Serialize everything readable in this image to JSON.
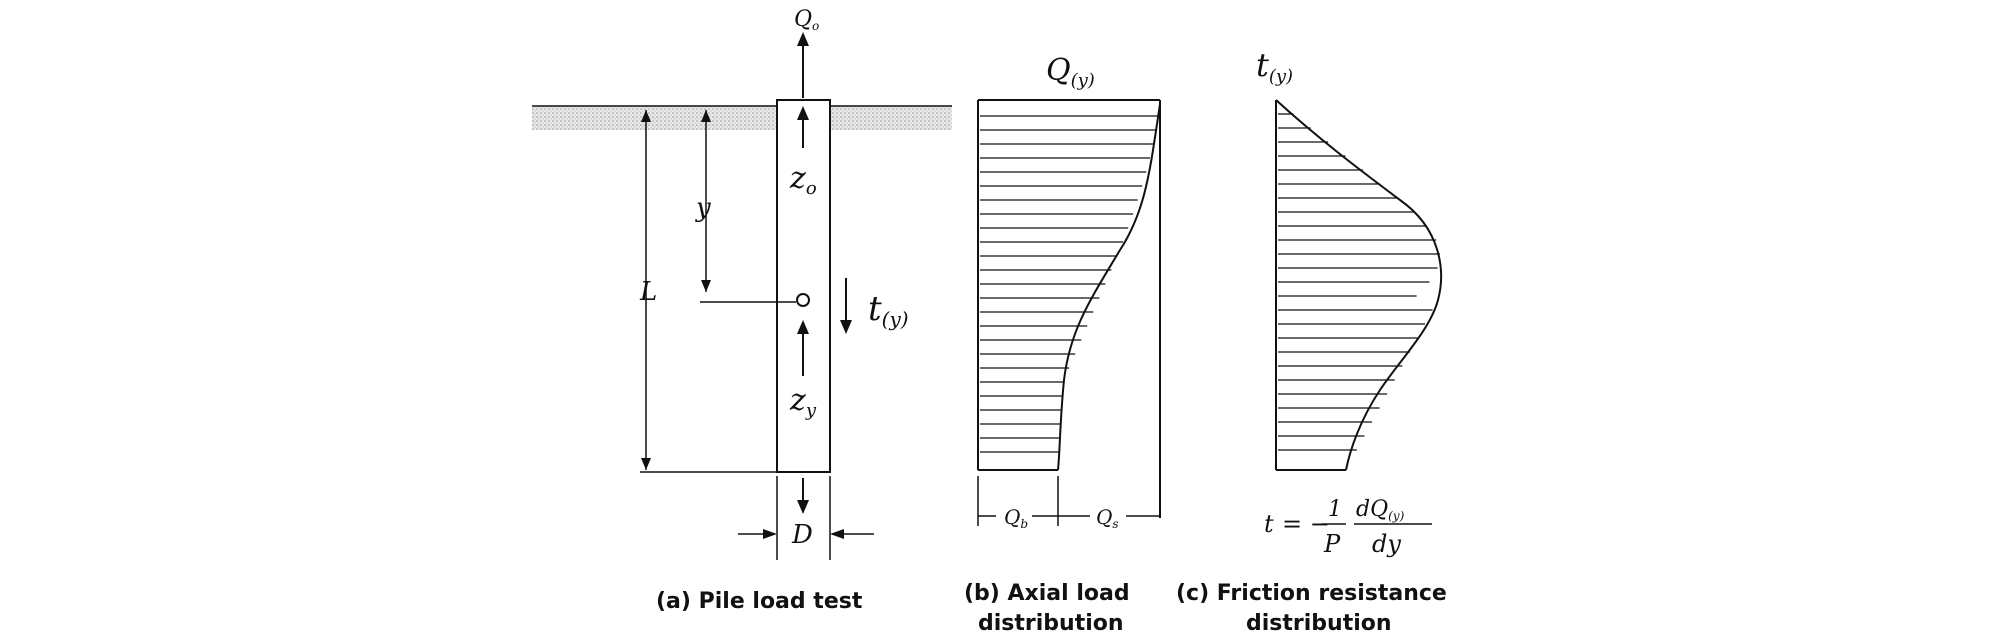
{
  "panel_a": {
    "caption": "(a) Pile load test",
    "labels": {
      "top_load": "Q",
      "top_load_sub": "o",
      "depth": "y",
      "length": "L",
      "z0": "z",
      "z0_sub": "o",
      "friction": "t",
      "friction_sub": "(y)",
      "zy": "z",
      "zy_sub": "y",
      "diameter": "D"
    }
  },
  "panel_b": {
    "caption_line1": "(b) Axial load",
    "caption_line2": "distribution",
    "title": "Q",
    "title_sub": "(y)",
    "base_label": "Q",
    "base_sub": "b",
    "shaft_label": "Q",
    "shaft_sub": "s"
  },
  "panel_c": {
    "caption_line1": "(c) Friction resistance",
    "caption_line2": "distribution",
    "title": "t",
    "title_sub": "(y)",
    "formula_lhs": "t",
    "formula_eq": "= −",
    "formula_num1": "1",
    "formula_den1": "P",
    "formula_num2": "dQ",
    "formula_num2_sub": "(y)",
    "formula_den2": "dy"
  }
}
